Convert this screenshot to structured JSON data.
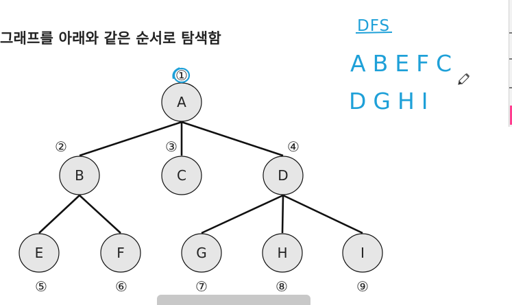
{
  "title": "그래프를 아래와 같은 순서로 탐색함",
  "tree": {
    "nodes": [
      {
        "id": "A",
        "label": "A"
      },
      {
        "id": "B",
        "label": "B"
      },
      {
        "id": "C",
        "label": "C"
      },
      {
        "id": "D",
        "label": "D"
      },
      {
        "id": "E",
        "label": "E"
      },
      {
        "id": "F",
        "label": "F"
      },
      {
        "id": "G",
        "label": "G"
      },
      {
        "id": "H",
        "label": "H"
      },
      {
        "id": "I",
        "label": "I"
      }
    ],
    "edges": [
      [
        "A",
        "B"
      ],
      [
        "A",
        "C"
      ],
      [
        "A",
        "D"
      ],
      [
        "B",
        "E"
      ],
      [
        "B",
        "F"
      ],
      [
        "D",
        "G"
      ],
      [
        "D",
        "H"
      ],
      [
        "D",
        "I"
      ]
    ],
    "order": [
      {
        "node": "A",
        "mark": "①"
      },
      {
        "node": "B",
        "mark": "②"
      },
      {
        "node": "C",
        "mark": "③"
      },
      {
        "node": "D",
        "mark": "④"
      },
      {
        "node": "E",
        "mark": "⑤"
      },
      {
        "node": "F",
        "mark": "⑥"
      },
      {
        "node": "G",
        "mark": "⑦"
      },
      {
        "node": "H",
        "mark": "⑧"
      },
      {
        "node": "I",
        "mark": "⑨"
      }
    ]
  },
  "annotation": {
    "heading": "DFS",
    "line1": "ABEFC",
    "line2": "DGHI",
    "color": "#1ea0d8"
  },
  "colors": {
    "node_fill": "#e6e6e6",
    "edge": "#111111",
    "highlight": "#1ea0d8"
  },
  "icons": {
    "pen_cursor": "pencil-cursor-icon"
  }
}
